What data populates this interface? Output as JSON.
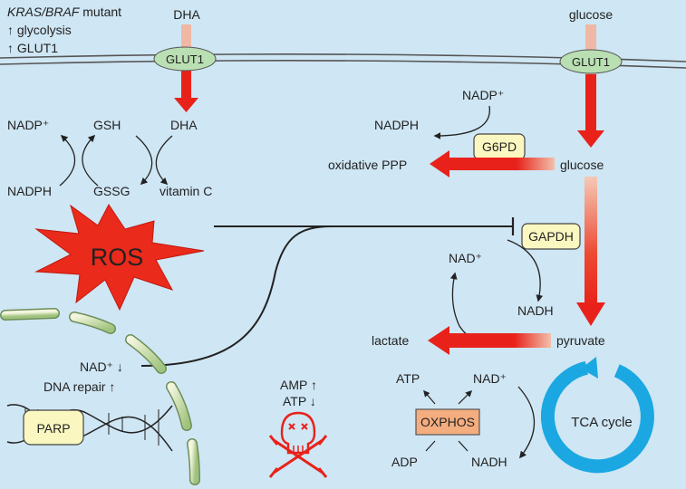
{
  "labels": {
    "kras_braf_italic": "KRAS/BRAF",
    "mutant": " mutant",
    "up_glycolysis": "↑ glycolysis",
    "up_glut1": "↑ GLUT1",
    "dha_top": "DHA",
    "glucose_top": "glucose",
    "glut1_left": "GLUT1",
    "glut1_right": "GLUT1",
    "nadp_plus_left": "NADP⁺",
    "gsh": "GSH",
    "dha_mid": "DHA",
    "nadph_left": "NADPH",
    "gssg": "GSSG",
    "vitamin_c": "vitamin C",
    "ros": "ROS",
    "nadp_plus_right": "NADP⁺",
    "nadph_right": "NADPH",
    "g6pd": "G6PD",
    "oxidative_ppp": "oxidative PPP",
    "glucose_mid": "glucose",
    "gapdh": "GAPDH",
    "nad_plus_cycle": "NAD⁺",
    "nadh_cycle": "NADH",
    "lactate": "lactate",
    "pyruvate": "pyruvate",
    "nad_down": "NAD⁺ ↓",
    "dna_repair_up": "DNA repair ↑",
    "parp": "PARP",
    "amp_up": "AMP ↑",
    "atp_down": "ATP ↓",
    "atp": "ATP",
    "nad_plus_ox": "NAD⁺",
    "oxphos": "OXPHOS",
    "adp": "ADP",
    "nadh_ox": "NADH",
    "tca_cycle": "TCA cycle"
  },
  "colors": {
    "background": "#cfe6f4",
    "arrow_red": "#e8221a",
    "glut1_fill": "#b9dfb2",
    "enzyme_fill": "#fbf7c0",
    "oxphos_fill": "#f4ad7e",
    "tca_blue": "#1ba8e2",
    "ros_red": "#ea2a1b"
  }
}
